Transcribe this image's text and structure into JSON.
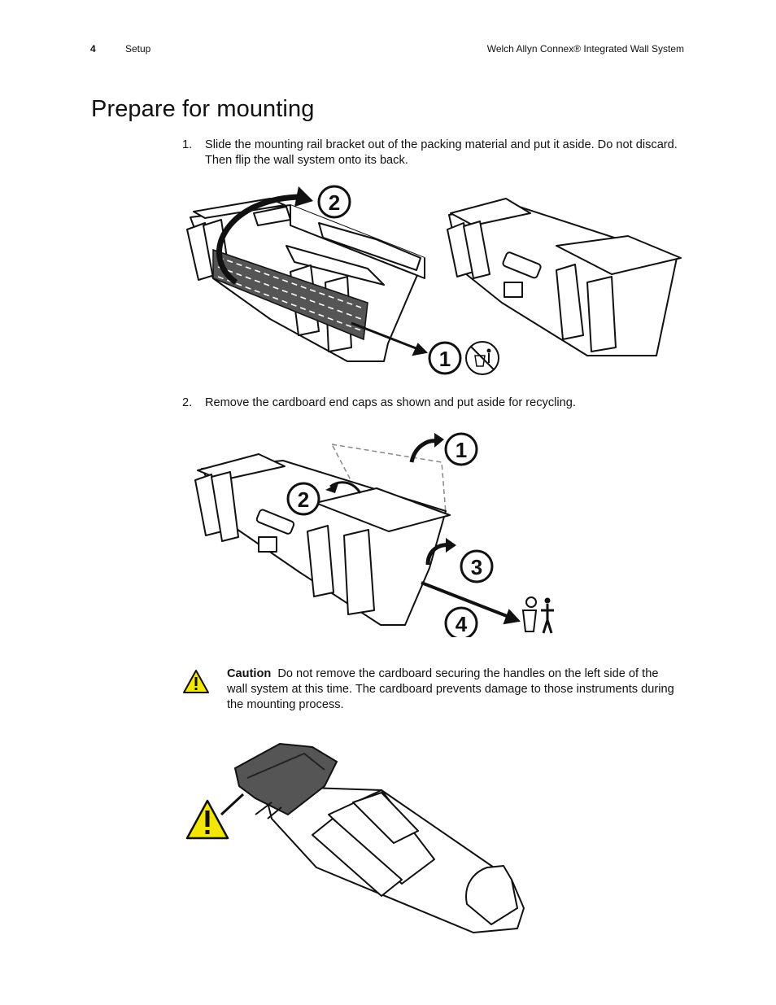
{
  "header": {
    "page_number": "4",
    "section": "Setup",
    "doc_title": "Welch Allyn Connex® Integrated Wall System"
  },
  "title": "Prepare for mounting",
  "steps": [
    {
      "number": "1.",
      "text": "Slide the mounting rail bracket out of the packing material and put it aside. Do not discard. Then flip the wall system onto its back."
    },
    {
      "number": "2.",
      "text": "Remove the cardboard end caps as shown and put aside for recycling."
    }
  ],
  "figure1": {
    "callouts": [
      "2",
      "1"
    ]
  },
  "figure2": {
    "callouts": [
      "1",
      "2",
      "3",
      "4"
    ]
  },
  "caution": {
    "label": "Caution",
    "text": "Do not remove the cardboard securing the handles on the left side of the wall system at this time. The cardboard prevents damage to those instruments during the mounting process."
  },
  "icons": [
    "do-not-discard-icon",
    "recycle-icon",
    "caution-icon"
  ],
  "colors": {
    "caution_yellow": "#f3e600",
    "packing_gray": "#555555"
  }
}
